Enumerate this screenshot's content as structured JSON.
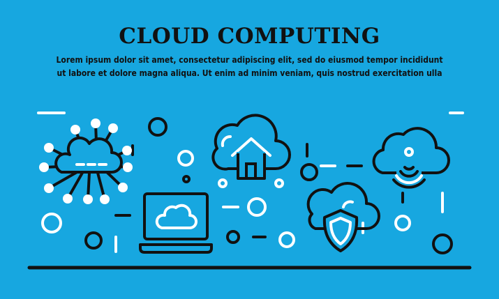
{
  "banner": {
    "title": "CLOUD COMPUTING",
    "description_line_1": "Lorem ipsum dolor sit amet, consectetur adipiscing elit, sed do eiusmod tempor incididunt",
    "description_line_2": "ut labore et dolore magna aliqua. Ut enim ad minim veniam, quis nostrud exercitation ulla"
  },
  "colors": {
    "background": "#17a7e0",
    "outline": "#111111",
    "accent": "#ffffff"
  },
  "icons": [
    "network-cloud-icon",
    "laptop-cloud-icon",
    "home-cloud-icon",
    "security-cloud-icon",
    "wifi-cloud-icon"
  ]
}
